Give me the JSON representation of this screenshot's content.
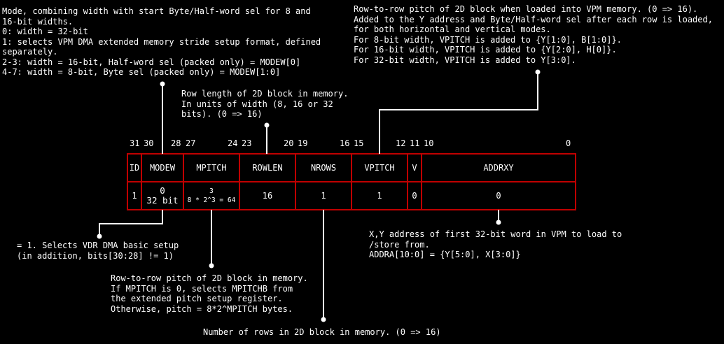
{
  "notes": {
    "modew_desc": "Mode, combining width with start Byte/Half-word sel for 8 and\n16-bit widths.\n0: width = 32-bit\n1: selects VPM DMA extended memory stride setup format, defined\nseparately.\n2-3: width = 16-bit, Half-word sel (packed only) = MODEW[0]\n4-7: width = 8-bit, Byte sel (packed only) = MODEW[1:0]",
    "vpitch_desc": "Row-to-row pitch of 2D block when loaded into VPM memory. (0 => 16).\nAdded to the Y address and Byte/Half-word sel after each row is loaded,\nfor both horizontal and vertical modes.\nFor 8-bit width, VPITCH is added to {Y[1:0], B[1:0]}.\nFor 16-bit width, VPITCH is added to {Y[2:0], H[0]}.\nFor 32-bit width, VPITCH is added to Y[3:0].",
    "rowlen_desc": "Row length of 2D block in memory.\nIn units of width (8, 16 or 32\nbits). (0 => 16)",
    "id_desc": "= 1. Selects VDR DMA basic setup\n(in addition, bits[30:28] != 1)",
    "mpitch_desc": "Row-to-row pitch of 2D block in memory.\nIf MPITCH is 0, selects MPITCHB from\nthe extended pitch setup register.\nOtherwise, pitch = 8*2^MPITCH bytes.",
    "nrows_desc": "Number of rows in 2D block in memory. (0 => 16)",
    "addrxy_desc": "X,Y address of first 32-bit word in VPM to load to\n/store from.\nADDRA[10:0] = {Y[5:0], X[3:0]}"
  },
  "bit_numbers": [
    "31",
    "30",
    "28",
    "27",
    "24",
    "23",
    "20",
    "19",
    "16",
    "15",
    "12",
    "11",
    "10",
    "0"
  ],
  "fields": [
    {
      "name": "ID",
      "value": "1",
      "value2": ""
    },
    {
      "name": "MODEW",
      "value": "0",
      "value2": "32 bit"
    },
    {
      "name": "MPITCH",
      "value": "3",
      "value2": "8 * 2^3 = 64"
    },
    {
      "name": "ROWLEN",
      "value": "16",
      "value2": ""
    },
    {
      "name": "NROWS",
      "value": "1",
      "value2": ""
    },
    {
      "name": "VPITCH",
      "value": "1",
      "value2": ""
    },
    {
      "name": "V",
      "value": "0",
      "value2": ""
    },
    {
      "name": "ADDRXY",
      "value": "0",
      "value2": ""
    }
  ],
  "colors": {
    "border": "#c00000",
    "line": "#ffffff",
    "background": "#000000"
  }
}
